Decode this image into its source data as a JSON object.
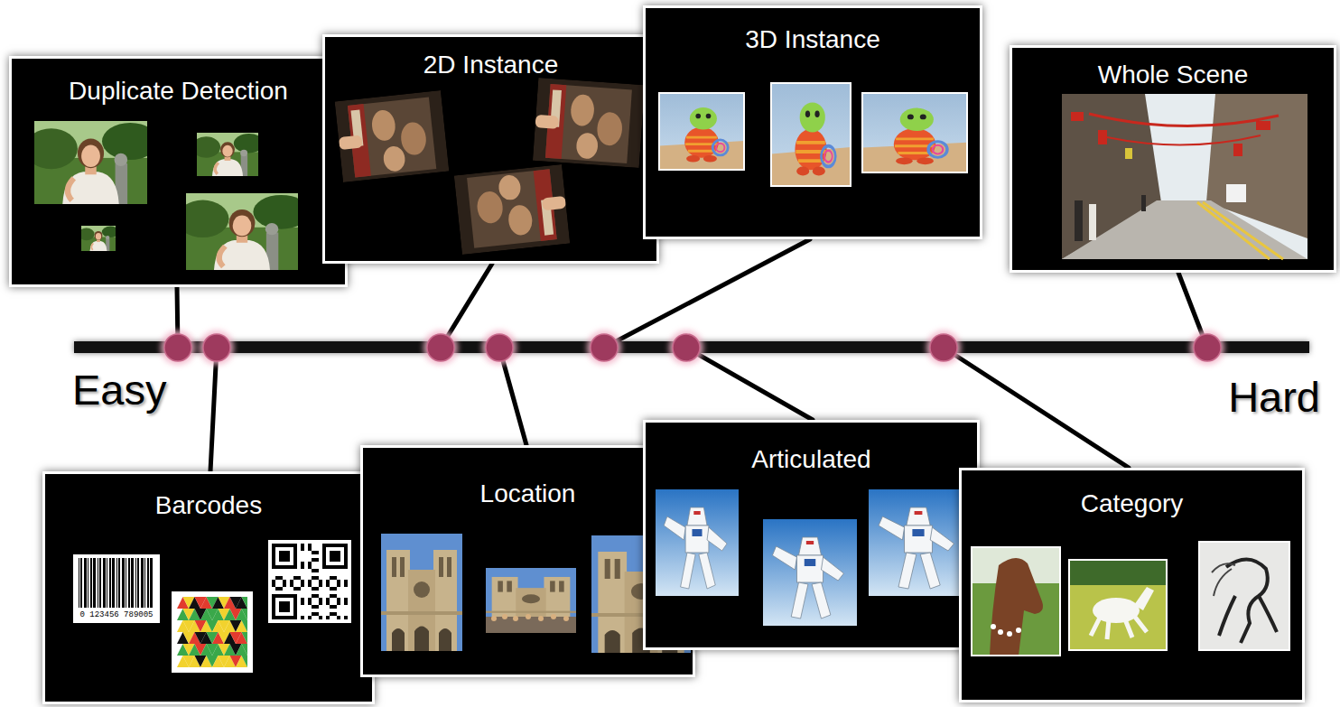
{
  "diagram": {
    "nodes": [
      {
        "text": [
          "Duplicate Detection"
        ]
      },
      {
        "text": [
          "2D Instance"
        ]
      },
      {
        "text": [
          "3D Instance"
        ]
      },
      {
        "text": [
          "Whole Scene"
        ]
      },
      {
        "text": [
          "Barcodes"
        ]
      },
      {
        "text": [
          "Location"
        ]
      },
      {
        "text": [
          "Articulated"
        ]
      },
      {
        "text": [
          "Category"
        ]
      }
    ],
    "labels": [
      "Easy",
      "Hard",
      "0 123456 789005"
    ]
  }
}
